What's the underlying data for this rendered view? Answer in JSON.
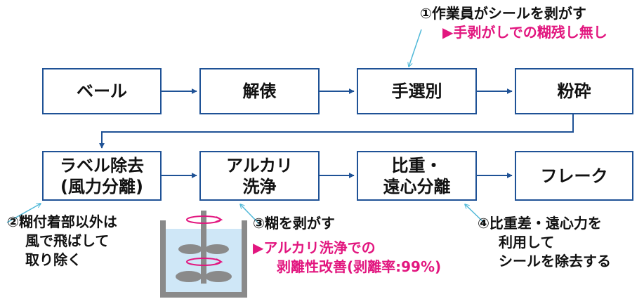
{
  "colors": {
    "box_border": "#1f5296",
    "arrow": "#1f5296",
    "leader": "#4fb8d8",
    "highlight": "#e2167f",
    "tank": "#8a8a8a",
    "liquid": "#cfe7f7"
  },
  "row1": [
    {
      "label": "ベール"
    },
    {
      "label": "解俵"
    },
    {
      "label": "手選別"
    },
    {
      "label": "粉砕"
    }
  ],
  "row2": [
    {
      "line1": "ラベル除去",
      "line2": "(風力分離)"
    },
    {
      "line1": "アルカリ",
      "line2": "洗浄"
    },
    {
      "line1": "比重・",
      "line2": "遠心分離"
    },
    {
      "line1": "フレーク",
      "line2": ""
    }
  ],
  "notes": {
    "note1": {
      "text": "①作業員がシールを剥がす",
      "sub": "▶手剥がしでの糊残し無し"
    },
    "note2": {
      "lines": [
        "②糊付着部以外は",
        "風で飛ばして",
        "取り除く"
      ]
    },
    "note3": {
      "text": "③糊を剥がす",
      "sub1": "▶アルカリ洗浄での",
      "sub2": "剥離性改善(剥離率:99%)"
    },
    "note4": {
      "lines": [
        "④比重差・遠心力を",
        "利用して",
        "シールを除去する"
      ]
    }
  },
  "icons": [
    "washing-tank-icon"
  ]
}
